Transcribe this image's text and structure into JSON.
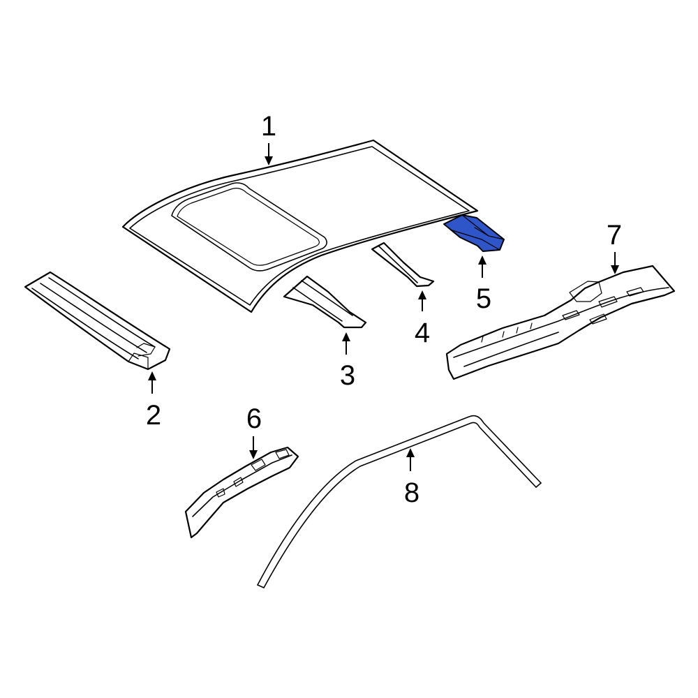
{
  "colors": {
    "highlight": "#2f56c9",
    "line": "#000000",
    "background": "#ffffff"
  },
  "highlighted_part": "5",
  "callouts": [
    {
      "id": "1",
      "label": "1"
    },
    {
      "id": "2",
      "label": "2"
    },
    {
      "id": "3",
      "label": "3"
    },
    {
      "id": "4",
      "label": "4"
    },
    {
      "id": "5",
      "label": "5"
    },
    {
      "id": "6",
      "label": "6"
    },
    {
      "id": "7",
      "label": "7"
    },
    {
      "id": "8",
      "label": "8"
    }
  ]
}
